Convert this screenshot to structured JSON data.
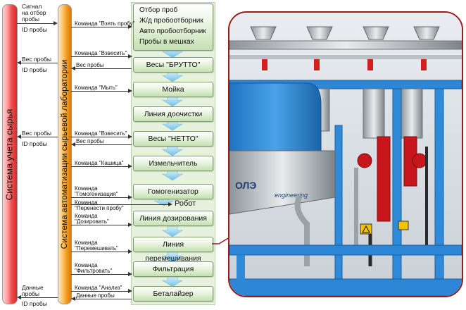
{
  "left_system": "Система учета сырья",
  "mid_system": "Система автоматизации сырьевой лаборатории",
  "left_labels": {
    "signal": [
      "Сигнал",
      "на отбор",
      "пробы"
    ],
    "id1": "ID пробы",
    "weight1": "Вес пробы",
    "id2": "ID пробы",
    "weight2": "Вес пробы",
    "id3": "ID пробы",
    "data": [
      "Данные",
      "пробы"
    ],
    "id4": "ID пробы"
  },
  "sampling": [
    "Отбор проб",
    "Ж/д пробоотборник",
    "Авто пробоотборник",
    "Пробы в мешках"
  ],
  "stages": {
    "gross": "Весы \"БРУТТО\"",
    "wash": "Мойка",
    "clean": "Линия доочистки",
    "net": "Весы \"НЕТТО\"",
    "grinder": "Измельчитель",
    "homog": "Гомогенизатор",
    "robot": "Робот",
    "dosing": "Линия дозирования",
    "mixing": "Линия перемешивания",
    "filter": "Фильтрация",
    "betalyzer": "Беталайзер"
  },
  "commands": {
    "take": "Команда \"Взять пробу\"",
    "weigh1": "Команда \"Взвесить\"",
    "weight_out1": "Вес пробы",
    "wash": "Команда \"Мыть\"",
    "weigh2": "Команда \"Взвесить\"",
    "weight_out2": "Вес пробы",
    "mush": "Команда \"Кашица\"",
    "homog": [
      "Команда",
      "\"Гомогенизация\""
    ],
    "transfer": [
      "Команда",
      "\"Перенести пробу\""
    ],
    "dose": [
      "Команда",
      "\"Дозировать\""
    ],
    "mix": [
      "Команда",
      "\"Перемешивать\""
    ],
    "filter": [
      "Команда",
      "\"Фильтровать\""
    ],
    "analysis": "Команда \"Анализ\"",
    "data_out": "Данные пробы"
  },
  "photo_text": "engineering",
  "colors": {
    "red_bar": "#e84848",
    "orange_bar": "#f49a1e",
    "stage_fill": "#d3e8c4",
    "arrow": "#8fd0ef",
    "frame": "#9b1a1a"
  }
}
